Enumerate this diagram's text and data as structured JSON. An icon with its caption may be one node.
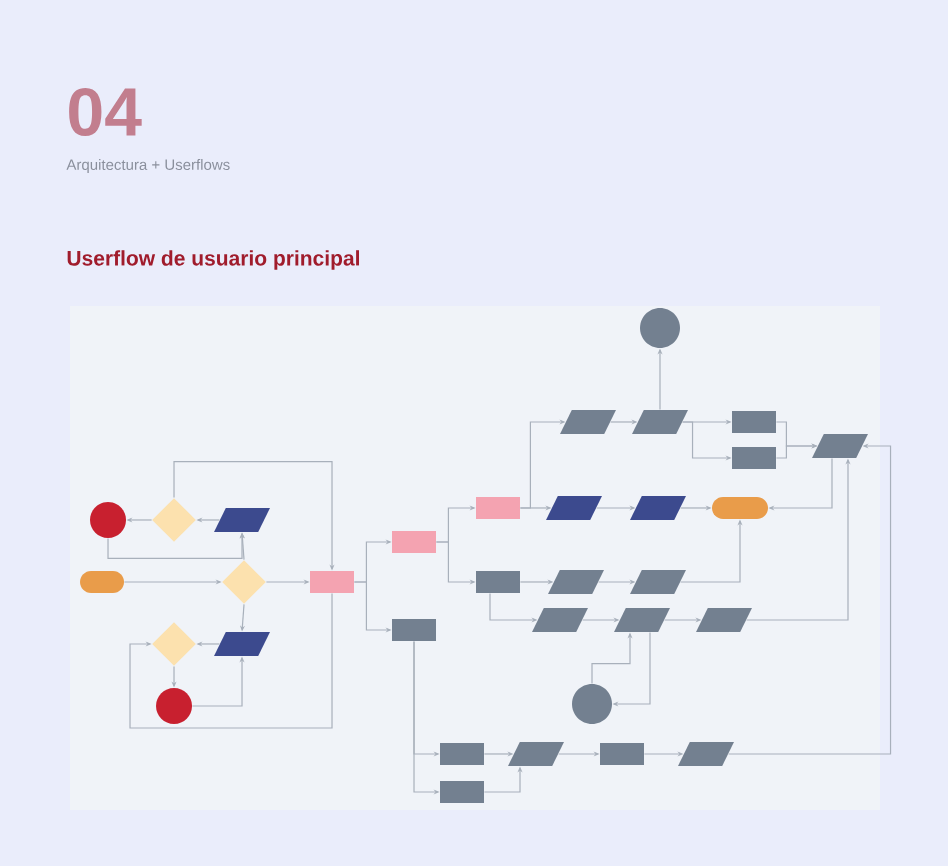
{
  "diagram": {
    "title": "Userflow de usuario principal",
    "nodes": [
      {
        "text": [],
        "shape": "circle"
      },
      {
        "text": [],
        "shape": "diamond"
      },
      {
        "text": [],
        "shape": "parallelogram"
      },
      {
        "text": [],
        "shape": "pill"
      },
      {
        "text": [],
        "shape": "diamond"
      },
      {
        "text": [],
        "shape": "parallelogram"
      },
      {
        "text": [],
        "shape": "diamond"
      },
      {
        "text": [],
        "shape": "circle"
      },
      {
        "text": [],
        "shape": "box"
      },
      {
        "text": [],
        "shape": "box"
      },
      {
        "text": [],
        "shape": "box"
      },
      {
        "text": [],
        "shape": "box"
      },
      {
        "text": [],
        "shape": "parallelogram"
      },
      {
        "text": [],
        "shape": "circle"
      },
      {
        "text": [],
        "shape": "parallelogram"
      },
      {
        "text": [],
        "shape": "box"
      },
      {
        "text": [],
        "shape": "box"
      },
      {
        "text": [],
        "shape": "parallelogram"
      },
      {
        "text": [],
        "shape": "parallelogram"
      },
      {
        "text": [],
        "shape": "parallelogram"
      },
      {
        "text": [],
        "shape": "pill"
      },
      {
        "text": [],
        "shape": "box"
      },
      {
        "text": [],
        "shape": "parallelogram"
      },
      {
        "text": [],
        "shape": "parallelogram"
      },
      {
        "text": [],
        "shape": "parallelogram"
      },
      {
        "text": [],
        "shape": "parallelogram"
      },
      {
        "text": [],
        "shape": "parallelogram"
      },
      {
        "text": [],
        "shape": "circle"
      },
      {
        "text": [],
        "shape": "box"
      },
      {
        "text": [],
        "shape": "parallelogram"
      },
      {
        "text": [],
        "shape": "box"
      },
      {
        "text": [],
        "shape": "parallelogram"
      },
      {
        "text": [],
        "shape": "box"
      }
    ],
    "edges": [
      {
        "from": 8,
        "to": 9,
        "arrow": "to"
      },
      {
        "from": 8,
        "to": 10,
        "arrow": "to"
      },
      {
        "from": 9,
        "to": 11,
        "arrow": "to"
      },
      {
        "from": 9,
        "to": 21,
        "arrow": "to"
      },
      {
        "from": 11,
        "to": 12,
        "arrow": "to"
      },
      {
        "from": 11,
        "to": 18,
        "arrow": "to"
      },
      {
        "from": 12,
        "to": 14,
        "arrow": "to"
      },
      {
        "from": 14,
        "to": 13,
        "arrow": "to"
      },
      {
        "from": 14,
        "to": 15,
        "arrow": "to"
      },
      {
        "from": 14,
        "to": 16,
        "arrow": "to"
      },
      {
        "from": 15,
        "to": 17,
        "arrow": "to"
      },
      {
        "from": 16,
        "to": 17,
        "arrow": "to"
      },
      {
        "from": 18,
        "to": 19,
        "arrow": "to"
      },
      {
        "from": 19,
        "to": 20,
        "arrow": "to"
      },
      {
        "from": 17,
        "to": 20,
        "arrow": "to"
      },
      {
        "from": 21,
        "to": 22,
        "arrow": "to"
      },
      {
        "from": 22,
        "to": 23,
        "arrow": "to"
      },
      {
        "from": 23,
        "to": 20,
        "arrow": "to"
      },
      {
        "from": 21,
        "to": 24,
        "arrow": "to"
      },
      {
        "from": 24,
        "to": 25,
        "arrow": "to"
      },
      {
        "from": 25,
        "to": 26,
        "arrow": "to"
      },
      {
        "from": 26,
        "to": 17,
        "arrow": "to"
      },
      {
        "from": 25,
        "to": 27,
        "arrow": "to"
      },
      {
        "from": 27,
        "to": 25,
        "arrow": "to"
      },
      {
        "from": 10,
        "to": 28,
        "arrow": "to"
      },
      {
        "from": 10,
        "to": 32,
        "arrow": "to"
      },
      {
        "from": 28,
        "to": 29,
        "arrow": "to"
      },
      {
        "from": 32,
        "to": 29,
        "arrow": "to"
      },
      {
        "from": 29,
        "to": 30,
        "arrow": "to"
      },
      {
        "from": 30,
        "to": 31,
        "arrow": "to"
      },
      {
        "from": 31,
        "to": 17,
        "arrow": "to"
      },
      {
        "from": 3,
        "to": 4,
        "arrow": "to"
      },
      {
        "from": 4,
        "to": 2,
        "arrow": "to"
      },
      {
        "from": 4,
        "to": 5,
        "arrow": "to"
      },
      {
        "from": 2,
        "to": 1,
        "arrow": "to"
      },
      {
        "from": 1,
        "to": 0,
        "arrow": "to"
      },
      {
        "from": 0,
        "to": 2,
        "arrow": "to"
      },
      {
        "from": 1,
        "to": 8,
        "arrow": "to"
      },
      {
        "from": 5,
        "to": 6,
        "arrow": "to"
      },
      {
        "from": 6,
        "to": 7,
        "arrow": "to"
      },
      {
        "from": 7,
        "to": 5,
        "arrow": "to"
      },
      {
        "from": 8,
        "to": 6,
        "arrow": "to"
      },
      {
        "from": 4,
        "to": 8,
        "arrow": "to"
      }
    ],
    "labels": [
      "04",
      "Arquitectura + Userflows"
    ]
  }
}
